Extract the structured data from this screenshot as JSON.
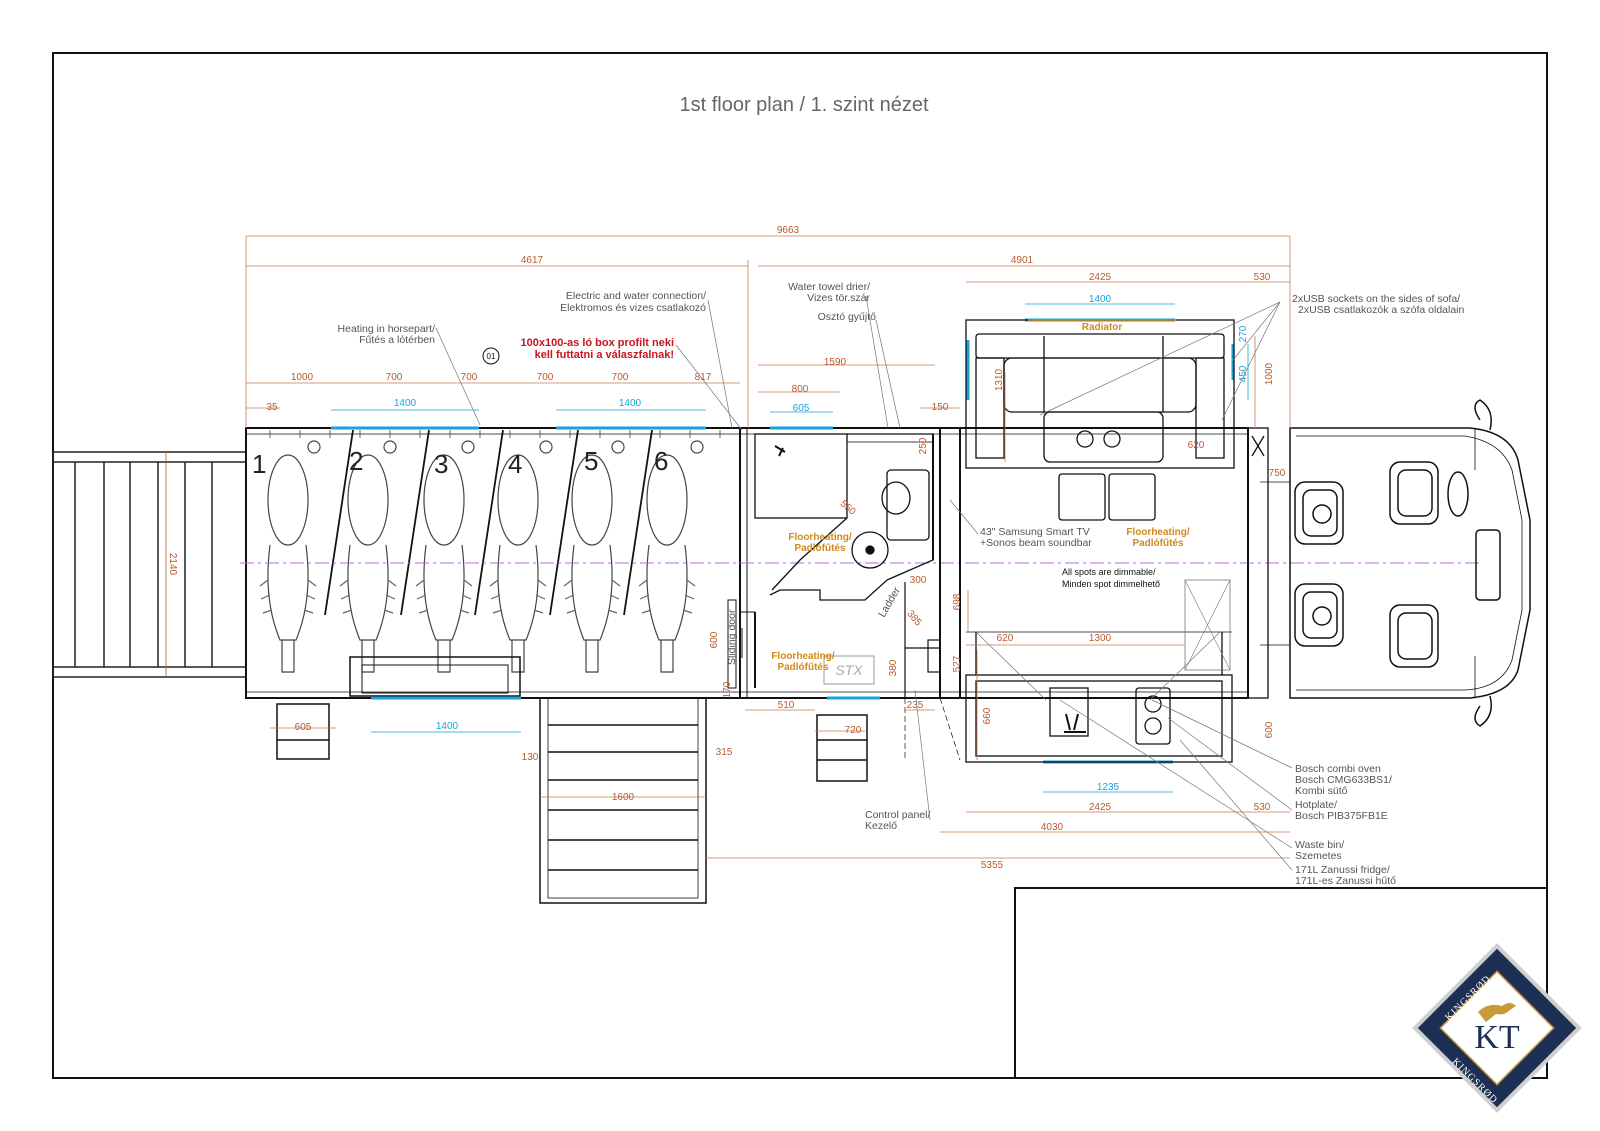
{
  "title": "1st floor plan / 1. szint nézet",
  "dimensions": {
    "total_length": "9663",
    "horse_section": "4617",
    "living_section": "4901",
    "sofa_width": "2425",
    "sofa_side": "530",
    "sofa_inner": "1400",
    "stall_widths": [
      "1000",
      "700",
      "700",
      "700",
      "700",
      "817"
    ],
    "stall_offset": "35",
    "window_1": "1400",
    "window_2": "1400",
    "bath_width": "1590",
    "shower_width": "800",
    "shower_window": "605",
    "step_150": "150",
    "depth_1310": "1310",
    "depth_450": "450",
    "depth_1000": "1000",
    "depth_270": "270",
    "table_620": "620",
    "door_750": "750",
    "width_2140": "2140",
    "tank_605": "605",
    "window_bottom": "1400",
    "ramp_1600": "1600",
    "offset_130": "130",
    "offset_315": "315",
    "step_510": "510",
    "step_720": "720",
    "step_235": "235",
    "dim_170": "170",
    "dim_600": "600",
    "dim_380": "380",
    "dim_300": "300",
    "dim_385": "385",
    "dim_550": "550",
    "dim_250": "250",
    "dim_698": "698",
    "dim_527": "527",
    "kitchen_620": "620",
    "kitchen_1300": "1300",
    "kitchen_660": "660",
    "kitchen_600": "600",
    "kitchen_window": "1235",
    "kitchen_width": "2425",
    "kitchen_side": "530",
    "living_4030": "4030",
    "living_5355": "5355"
  },
  "labels": {
    "electric_1": "Electric and water connection/",
    "electric_2": "Elektromos és vizes csatlakozó",
    "heating_1": "Heating in horsepart/",
    "heating_2": "Fűtés a lótérben",
    "note_1": "100x100-as ló box profilt neki",
    "note_2": "kell futtatni a válaszfalnak!",
    "note_tag": "01",
    "towel_1": "Water towel drier/",
    "towel_2": "Vizes tör.szár",
    "manifold": "Osztó gyűjtő",
    "usb_1": "2xUSB sockets on the sides of sofa/",
    "usb_2": "2xUSB csatlakozók a szófa oldalain",
    "radiator": "Radiator",
    "tv_1": "43\" Samsung Smart TV",
    "tv_2": "+Sonos beam soundbar",
    "floorheat_living_1": "Floorheating/",
    "floorheat_living_2": "Padlófűtés",
    "floorheat_bath_1": "Floorheating/",
    "floorheat_bath_2": "Padlófűtés",
    "floorheat_hall_1": "Floorheating/",
    "floorheat_hall_2": "Padlófűtés",
    "spots_1": "All spots are dimmable/",
    "spots_2": "Minden spot dimmelhető",
    "sliding_door": "Sliding door",
    "ladder": "Ladder",
    "control_1": "Control panel/",
    "control_2": "Kezelő",
    "oven_1": "Bosch combi oven",
    "oven_2": "Bosch CMG633BS1/",
    "oven_3": "Kombi sütő",
    "hotplate_1": "Hotplate/",
    "hotplate_2": "Bosch PIB375FB1E",
    "waste_1": "Waste bin/",
    "waste_2": "Szemetes",
    "fridge_1": "171L Zanussi fridge/",
    "fridge_2": "171L-es Zanussi hűtő",
    "stx": "STX"
  },
  "stalls": [
    "1",
    "2",
    "3",
    "4",
    "5",
    "6"
  ],
  "logo": {
    "initials": "KT",
    "brand_top": "KINGSRØD",
    "brand_bottom": "KINGSRØD"
  },
  "colors": {
    "frame": "#111111",
    "dimension": "#b85a2a",
    "window": "#1aa3d9",
    "note": "#c8141e",
    "heating": "#d08a1a",
    "centerline": "#b36fd1",
    "logo_navy": "#1d2f54",
    "logo_gold": "#c79a3a"
  }
}
